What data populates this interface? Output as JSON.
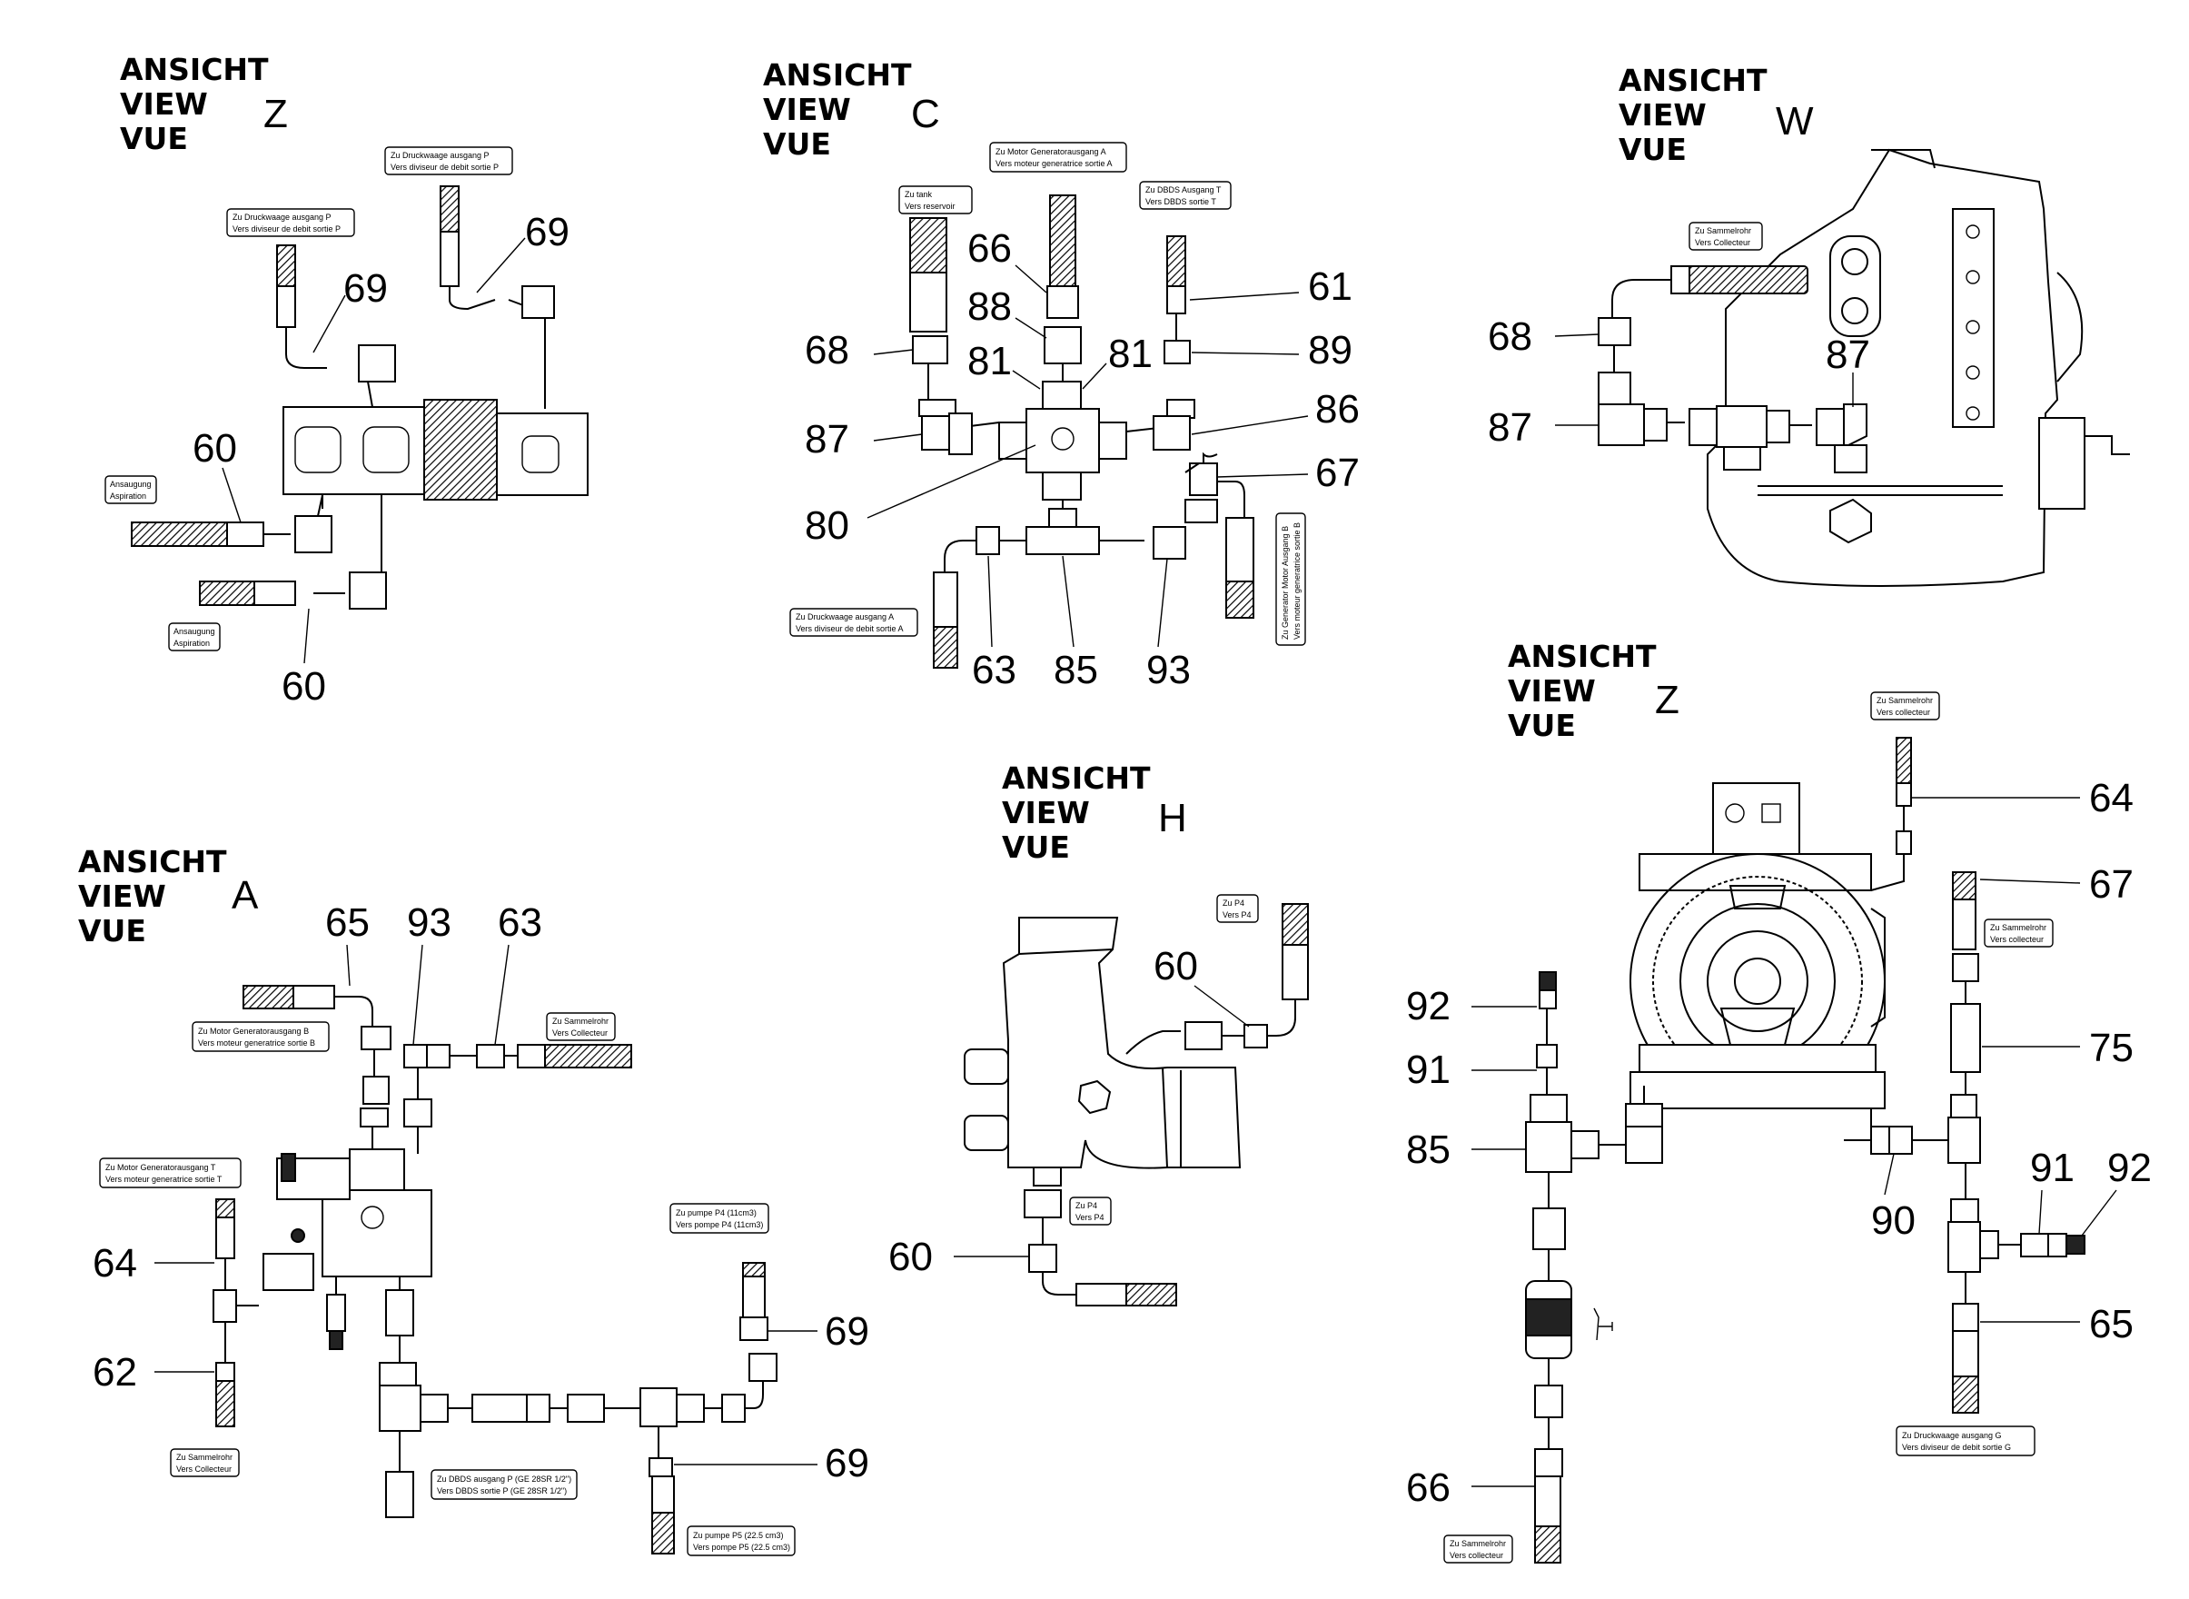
{
  "views": [
    {
      "id": "z1",
      "lines": [
        "ANSICHT",
        "VIEW",
        "VUE"
      ],
      "letter": "Z"
    },
    {
      "id": "c",
      "lines": [
        "ANSICHT",
        "VIEW",
        "VUE"
      ],
      "letter": "C"
    },
    {
      "id": "w",
      "lines": [
        "ANSICHT",
        "VIEW",
        "VUE"
      ],
      "letter": "W"
    },
    {
      "id": "z2",
      "lines": [
        "ANSICHT",
        "VIEW",
        "VUE"
      ],
      "letter": "Z"
    },
    {
      "id": "a",
      "lines": [
        "ANSICHT",
        "VIEW",
        "VUE"
      ],
      "letter": "A"
    },
    {
      "id": "h",
      "lines": [
        "ANSICHT",
        "VIEW",
        "VUE"
      ],
      "letter": "H"
    }
  ],
  "callouts": {
    "z1": [
      "69",
      "69",
      "60",
      "60"
    ],
    "c": [
      "66",
      "88",
      "61",
      "89",
      "68",
      "81",
      "81",
      "86",
      "87",
      "67",
      "80",
      "63",
      "85",
      "93"
    ],
    "w": [
      "68",
      "87",
      "87"
    ],
    "a": [
      "65",
      "93",
      "63",
      "64",
      "62",
      "69",
      "69"
    ],
    "h": [
      "60",
      "60"
    ],
    "z2": [
      "64",
      "67",
      "92",
      "91",
      "75",
      "85",
      "91",
      "92",
      "90",
      "65",
      "66"
    ]
  },
  "tags": {
    "z1": [
      [
        "Zu Druckwaage ausgang P",
        "Vers diviseur de debit sortie P"
      ],
      [
        "Zu Druckwaage ausgang P",
        "Vers diviseur de debit sortie P"
      ],
      [
        "Ansaugung",
        "Aspiration"
      ],
      [
        "Ansaugung",
        "Aspiration"
      ]
    ],
    "c": [
      [
        "Zu Motor Generatorausgang A",
        "Vers moteur generatrice sortie A"
      ],
      [
        "Zu tank",
        "Vers reservoir"
      ],
      [
        "Zu DBDS Ausgang T",
        "Vers DBDS sortie T"
      ],
      [
        "Zu Druckwaage ausgang A",
        "Vers diviseur de debit sortie A"
      ],
      [
        "Zu Generator Motor Ausgang B",
        "Vers moteur generatrice sortie B"
      ]
    ],
    "w": [
      [
        "Zu Sammelrohr",
        "Vers Collecteur"
      ]
    ],
    "a": [
      [
        "Zu Motor Generatorausgang B",
        "Vers moteur generatrice sortie B"
      ],
      [
        "Zu Sammelrohr",
        "Vers Collecteur"
      ],
      [
        "Zu Motor Generatorausgang T",
        "Vers moteur generatrice sortie T"
      ],
      [
        "Zu pumpe P4 (11cm3)",
        "Vers pompe P4 (11cm3)"
      ],
      [
        "Zu Sammelrohr",
        "Vers Collecteur"
      ],
      [
        "Zu DBDS ausgang P (GE 28SR 1/2\")",
        "Vers DBDS sortie P (GE 28SR 1/2\")"
      ],
      [
        "Zu pumpe P5 (22.5 cm3)",
        "Vers pompe P5 (22.5 cm3)"
      ]
    ],
    "h": [
      [
        "Zu P4",
        "Vers P4"
      ],
      [
        "Zu P4",
        "Vers P4"
      ]
    ],
    "z2": [
      [
        "Zu Sammelrohr",
        "Vers collecteur"
      ],
      [
        "Zu Sammelrohr",
        "Vers collecteur"
      ],
      [
        "Zu Druckwaage ausgang G",
        "Vers diviseur de debit sortie G"
      ],
      [
        "Zu Sammelrohr",
        "Vers collecteur"
      ]
    ]
  }
}
